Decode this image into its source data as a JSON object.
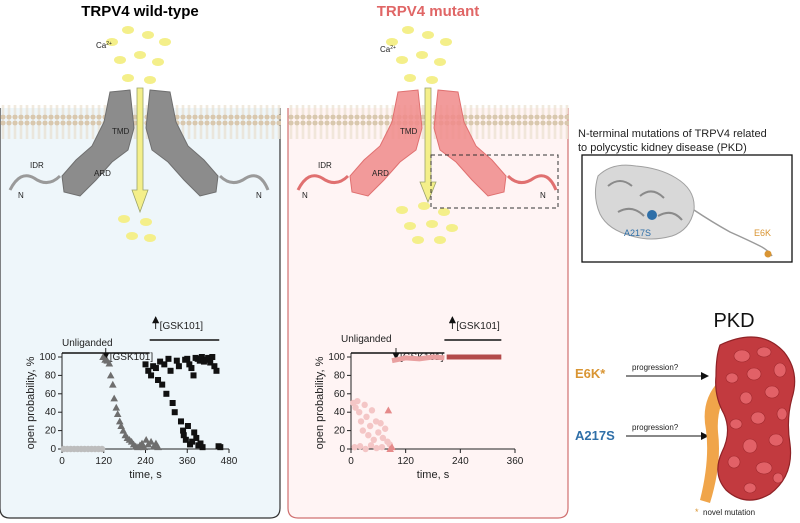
{
  "panels": {
    "wt_title": "TRPV4 wild-type",
    "mut_title": "TRPV4 mutant",
    "ca_label": "Ca",
    "ca_sup": "2+",
    "tmd": "TMD",
    "ard": "ARD",
    "idr": "IDR",
    "n_term": "N"
  },
  "mutations": {
    "title_line1": "N-terminal mutations of TRPV4 related",
    "title_line2": "to polycystic kidney disease (PKD)",
    "a217s": "A217S",
    "e6k": "E6K"
  },
  "pkd": {
    "label": "PKD",
    "e6k_label": "E6K*",
    "a217s_label": "A217S",
    "arrow_text": "progression?",
    "footnote_star": "*",
    "footnote_text": "novel mutation"
  },
  "colors": {
    "wt_protein": "#8c8c8c",
    "mut_protein": "#f08a8a",
    "e6k": "#d99533",
    "a217s": "#2f6fa8",
    "kidney": "#c23a3f"
  },
  "chart_data": [
    {
      "type": "scatter",
      "xlabel": "time, s",
      "ylabel": "open probability, %",
      "xlim": [
        0,
        480
      ],
      "ylim": [
        0,
        100
      ],
      "xticks": [
        0,
        120,
        240,
        360,
        480
      ],
      "yticks": [
        0,
        20,
        40,
        60,
        80,
        100
      ],
      "conditions": [
        "Unliganded",
        "[GSK101]",
        "[GSK101]"
      ],
      "series": [
        {
          "marker": "circle",
          "color": "#bdbdbd",
          "x": [
            5,
            15,
            25,
            35,
            45,
            55,
            65,
            75,
            85,
            95,
            105,
            115
          ],
          "y": [
            0,
            0,
            0,
            0,
            0,
            0,
            0,
            0,
            0,
            0,
            0,
            0
          ]
        },
        {
          "marker": "triangle",
          "color": "#6e6e6e",
          "x": [
            118,
            124,
            130,
            136,
            140,
            146,
            150,
            156,
            160,
            166,
            170,
            176,
            182,
            188,
            194,
            200,
            206,
            212,
            218,
            224,
            230,
            236,
            242,
            248,
            256,
            264,
            270,
            276
          ],
          "y": [
            100,
            97,
            96,
            93,
            80,
            70,
            55,
            45,
            38,
            30,
            25,
            20,
            15,
            12,
            10,
            8,
            5,
            3,
            2,
            4,
            6,
            2,
            10,
            5,
            8,
            3,
            6,
            2
          ]
        },
        {
          "marker": "square",
          "color": "#111111",
          "x": [
            240,
            248,
            256,
            262,
            270,
            276,
            282,
            288,
            294,
            300,
            306,
            312,
            318,
            324,
            330,
            336,
            342,
            348,
            354,
            360,
            366,
            372,
            378,
            384,
            390,
            396,
            402,
            408,
            414,
            420,
            426,
            432,
            438,
            444,
            450,
            455,
            350,
            356,
            362,
            368,
            374,
            380,
            386,
            392,
            398,
            404
          ],
          "y": [
            92,
            85,
            80,
            90,
            88,
            75,
            95,
            70,
            92,
            60,
            98,
            85,
            50,
            40,
            96,
            90,
            30,
            20,
            97,
            98,
            92,
            88,
            80,
            99,
            98,
            96,
            100,
            95,
            97,
            99,
            94,
            100,
            90,
            85,
            3,
            2,
            15,
            10,
            25,
            5,
            8,
            18,
            12,
            4,
            6,
            2
          ]
        }
      ]
    },
    {
      "type": "scatter",
      "xlabel": "time, s",
      "ylabel": "open probability, %",
      "xlim": [
        0,
        360
      ],
      "ylim": [
        0,
        100
      ],
      "xticks": [
        0,
        120,
        240,
        360
      ],
      "yticks": [
        0,
        20,
        40,
        60,
        80,
        100
      ],
      "conditions": [
        "Unliganded",
        "[GSK101]",
        "[GSK101]"
      ],
      "series": [
        {
          "marker": "circle",
          "color": "#f4c6c6",
          "x": [
            5,
            10,
            14,
            18,
            22,
            26,
            30,
            34,
            38,
            42,
            46,
            50,
            55,
            60,
            65,
            70,
            75,
            80,
            85,
            8,
            20,
            32,
            44,
            56,
            68
          ],
          "y": [
            50,
            45,
            52,
            40,
            30,
            20,
            48,
            35,
            15,
            25,
            42,
            10,
            30,
            18,
            28,
            12,
            22,
            8,
            5,
            2,
            3,
            0,
            4,
            1,
            2
          ]
        },
        {
          "marker": "triangle",
          "color": "#e58a8a",
          "x": [
            82,
            86,
            90
          ],
          "y": [
            42,
            0,
            2
          ]
        },
        {
          "marker": "line",
          "color": "#e9a0a0",
          "x": [
            90,
            120,
            150,
            180,
            205
          ],
          "y": [
            96,
            99,
            98,
            100,
            99
          ]
        },
        {
          "marker": "line",
          "color": "#b34a4a",
          "x": [
            210,
            240,
            270,
            300,
            330
          ],
          "y": [
            100,
            100,
            100,
            100,
            100
          ]
        }
      ]
    }
  ]
}
